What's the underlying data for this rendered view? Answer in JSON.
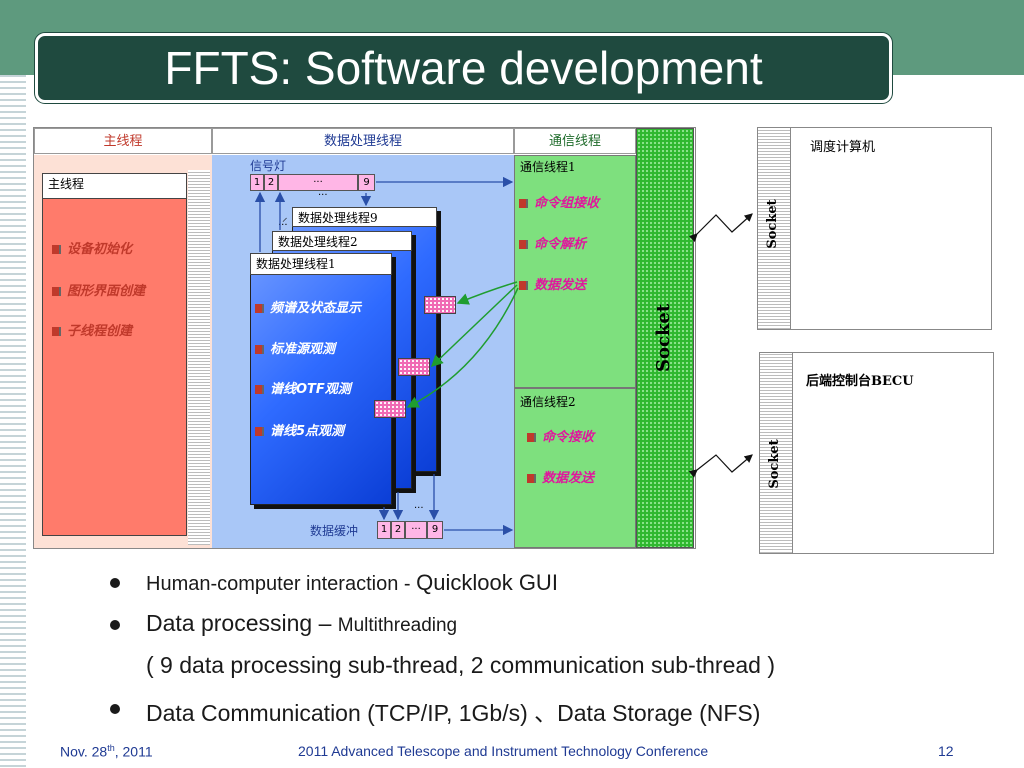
{
  "slide": {
    "title": "FFTS: Software development",
    "page_number": "12",
    "footer_date_prefix": "Nov. 28",
    "footer_date_sup": "th",
    "footer_date_suffix": ", 2011",
    "footer_conference": "2011 Advanced Telescope and Instrument Technology Conference"
  },
  "diagram": {
    "main_thread": {
      "header": "主线程",
      "box_label": "主线程",
      "items": [
        "设备初始化",
        "图形界面创建",
        "子线程创建"
      ]
    },
    "data_processing": {
      "header": "数据处理线程",
      "semaphore_label": "信号灯",
      "semaphore_cells": [
        "1",
        "2",
        "···",
        "9"
      ],
      "buffer_label": "数据缓冲",
      "buffer_cells": [
        "1",
        "2",
        "···",
        "9"
      ],
      "ellipsis": "···",
      "ellipsis_mark": "⸝",
      "thread9_label": "数据处理线程9",
      "thread2_label": "数据处理线程2",
      "thread1_label": "数据处理线程1",
      "items": [
        "频谱及状态显示",
        "标准源观测",
        "谱线OTF观测",
        "谱线5点观测"
      ]
    },
    "communication": {
      "header": "通信线程",
      "thread1_label": "通信线程1",
      "thread1_items": [
        "命令组接收",
        "命令解析",
        "数据发送"
      ],
      "thread2_label": "通信线程2",
      "thread2_items": [
        "命令接收",
        "数据发送"
      ]
    },
    "socket_bar": "Socket",
    "scheduler": {
      "label": "调度计算机",
      "socket": "Socket"
    },
    "becu": {
      "label": "后端控制台BECU",
      "socket": "Socket"
    }
  },
  "bullets": [
    {
      "text": "Human-computer interaction - ",
      "text_b": "Quicklook GUI"
    },
    {
      "text": "Data processing – ",
      "text_b": "Multithreading"
    },
    {
      "text": "( 9 data processing sub-thread, 2 communication sub-thread )"
    },
    {
      "text": "Data Communication (TCP/IP, 1Gb/s) 、Data Storage (NFS)"
    }
  ],
  "colors": {
    "top_band": "#5e9a7e",
    "title_box": "#1f4a3f",
    "main_thread_fill": "#ff7b6b",
    "data_panel_fill": "#a9c7f7",
    "comm_fill": "#7ee07e",
    "socket_fill": "#2fb82f"
  }
}
